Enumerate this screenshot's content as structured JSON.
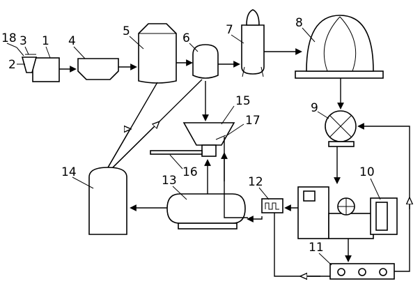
{
  "components": [
    {
      "id": "tank-1",
      "label": "1"
    },
    {
      "id": "part-2",
      "label": "2"
    },
    {
      "id": "part-3",
      "label": "3"
    },
    {
      "id": "basin-4",
      "label": "4"
    },
    {
      "id": "tank-5",
      "label": "5"
    },
    {
      "id": "vessel-6",
      "label": "6"
    },
    {
      "id": "reactor-7",
      "label": "7"
    },
    {
      "id": "gas-holder-8",
      "label": "8"
    },
    {
      "id": "pump-9",
      "label": "9"
    },
    {
      "id": "machine-10",
      "label": "10"
    },
    {
      "id": "unit-11",
      "label": "11"
    },
    {
      "id": "heater-12",
      "label": "12"
    },
    {
      "id": "horizontal-tank-13",
      "label": "13"
    },
    {
      "id": "tank-14",
      "label": "14"
    },
    {
      "id": "hopper-15",
      "label": "15"
    },
    {
      "id": "pipe-16",
      "label": "16"
    },
    {
      "id": "outlet-17",
      "label": "17"
    },
    {
      "id": "part-18",
      "label": "18"
    }
  ]
}
